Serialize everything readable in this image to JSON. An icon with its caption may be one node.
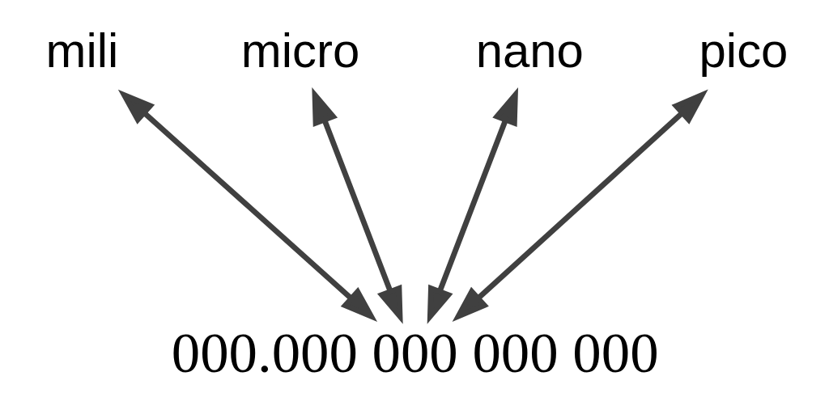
{
  "diagram": {
    "nodes": [
      {
        "text": [
          "mili"
        ]
      },
      {
        "text": [
          "micro"
        ]
      },
      {
        "text": [
          "nano"
        ]
      },
      {
        "text": [
          "pico"
        ]
      },
      {
        "text": [
          "000.000 000 000 000"
        ]
      }
    ],
    "edges": [
      {
        "from": 0,
        "to": 4,
        "arrow": "both"
      },
      {
        "from": 1,
        "to": 4,
        "arrow": "both"
      },
      {
        "from": 2,
        "to": 4,
        "arrow": "both"
      },
      {
        "from": 3,
        "to": 4,
        "arrow": "both"
      }
    ]
  }
}
